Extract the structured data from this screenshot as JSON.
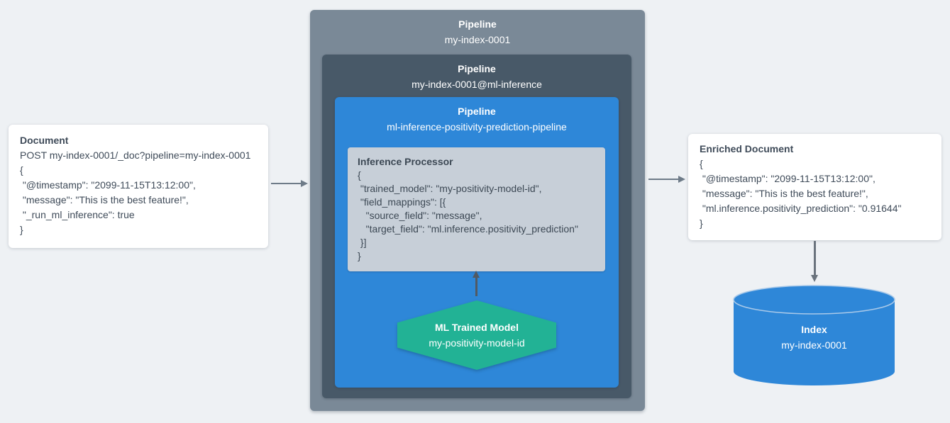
{
  "colors": {
    "background": "#eef1f4",
    "outer_pipeline_box": "#7a8997",
    "inner_pipeline_box": "#485968",
    "blue_pipeline_box": "#2e87d8",
    "processor_card": "#c7cfd8",
    "model_hexagon": "#22b295",
    "index_cylinder": "#2e87d8",
    "dark_text": "#3f4b59",
    "arrow_gray": "#6e7b88"
  },
  "document_card": {
    "title": "Document",
    "lines": [
      "POST my-index-0001/_doc?pipeline=my-index-0001",
      "{",
      " \"@timestamp\": \"2099-11-15T13:12:00\",",
      " \"message\": \"This is the best feature!\",",
      " \"_run_ml_inference\": true",
      "}"
    ]
  },
  "outer_pipeline": {
    "title": "Pipeline",
    "subtitle": "my-index-0001"
  },
  "inner_pipeline": {
    "title": "Pipeline",
    "subtitle": "my-index-0001@ml-inference"
  },
  "ml_pipeline": {
    "title": "Pipeline",
    "subtitle": "ml-inference-positivity-prediction-pipeline"
  },
  "inference_processor": {
    "title": "Inference Processor",
    "lines": [
      "{",
      " \"trained_model\": \"my-positivity-model-id\",",
      " \"field_mappings\": [{",
      "   \"source_field\": \"message\",",
      "   \"target_field\": \"ml.inference.positivity_prediction\"",
      " }]",
      "}"
    ]
  },
  "ml_model": {
    "title": "ML Trained Model",
    "subtitle": "my-positivity-model-id"
  },
  "enriched_card": {
    "title": "Enriched Document",
    "lines": [
      "{",
      " \"@timestamp\": \"2099-11-15T13:12:00\",",
      " \"message\": \"This is the best feature!\",",
      " \"ml.inference.positivity_prediction\": \"0.91644\"",
      "}"
    ]
  },
  "index": {
    "title": "Index",
    "subtitle": "my-index-0001"
  }
}
